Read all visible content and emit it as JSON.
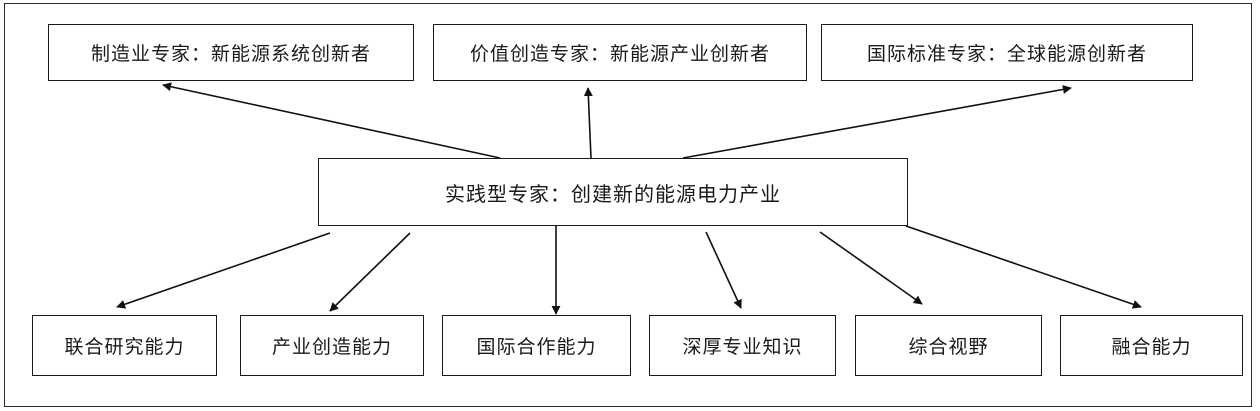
{
  "diagram": {
    "center": "实践型专家：创建新的能源电力产业",
    "top": [
      "制造业专家：新能源系统创新者",
      "价值创造专家：新能源产业创新者",
      "国际标准专家：全球能源创新者"
    ],
    "bottom": [
      "联合研究能力",
      "产业创造能力",
      "国际合作能力",
      "深厚专业知识",
      "综合视野",
      "融合能力"
    ]
  }
}
